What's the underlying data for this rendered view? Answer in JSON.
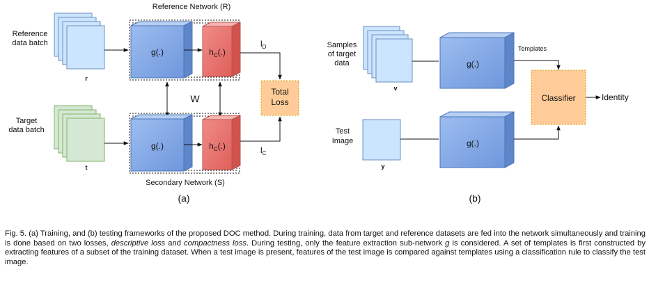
{
  "panel_a": {
    "ref_network_title": "Reference Network (R)",
    "sec_network_title": "Secondary Network (S)",
    "ref_batch_label": [
      "Reference",
      "data batch"
    ],
    "target_batch_label": [
      "Target",
      "data batch"
    ],
    "ref_batch_symbol": "r",
    "target_batch_symbol": "t",
    "g_label": "g(.)",
    "h_label_main": "h",
    "h_label_sub": "C",
    "h_label_tail": "(.)",
    "shared_weights": "W",
    "loss_label": [
      "Total",
      "Loss"
    ],
    "ld_main": "l",
    "ld_sub": "D",
    "lc_main": "l",
    "lc_sub": "C",
    "subfigure": "(a)"
  },
  "panel_b": {
    "samples_label": [
      "Samples",
      "of target",
      "data"
    ],
    "samples_symbol": "v",
    "test_label": [
      "Test",
      "Image"
    ],
    "test_symbol": "y",
    "g_label": "g(.)",
    "templates_label": "Templates",
    "classifier_label": "Classifier",
    "identity_label": "Identity",
    "subfigure": "(b)"
  },
  "caption": {
    "p1": "Fig. 5. (a) Training, and (b) testing frameworks of the proposed DOC method. During training, data from target and reference datasets are fed into the network simultaneously and training is done based on two losses, ",
    "em1": "descriptive loss",
    "p2": " and ",
    "em2": "compactness loss",
    "p3": ". During testing, only the feature extraction sub-network ",
    "math": "g",
    "p4": " is considered. A set of templates is first constructed by extracting features of a subset of the training dataset. When a test image is present, features of the test image is compared against templates using a classification rule to classify the test image."
  },
  "colors": {
    "blue_light": "#cce5ff",
    "blue_mid": "#7ea6e0",
    "blue_border": "#4a74b8",
    "red_mid": "#ea6b66",
    "red_light": "#f8cecc",
    "red_border": "#b85450",
    "green_light": "#d5e8d4",
    "green_border": "#82b366",
    "orange": "#ffcc99",
    "orange_border": "#d79b00"
  }
}
